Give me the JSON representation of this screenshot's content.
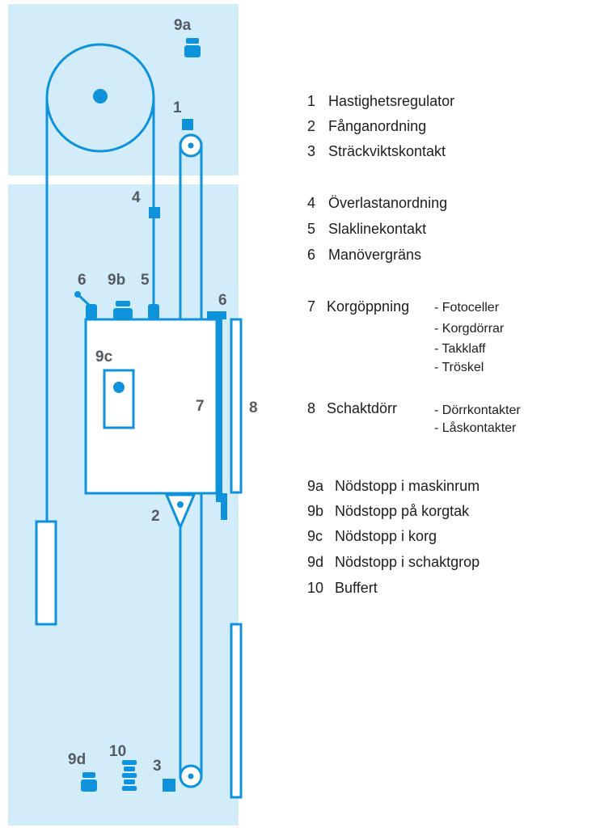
{
  "colors": {
    "shaft": "#d3ecfa",
    "blue": "#0f92dc",
    "label_gray": "#555b61",
    "text": "#1d1d1b"
  },
  "diagram_labels": {
    "l9a": "9a",
    "l1": "1",
    "l4": "4",
    "l6a": "6",
    "l9b": "9b",
    "l5": "5",
    "l6b": "6",
    "l9c": "9c",
    "l7": "7",
    "l8": "8",
    "l2": "2",
    "l9d": "9d",
    "l10": "10",
    "l3": "3"
  },
  "legend": {
    "i1": {
      "num": "1",
      "text": "Hastighetsregulator"
    },
    "i2": {
      "num": "2",
      "text": "Fånganordning"
    },
    "i3": {
      "num": "3",
      "text": "Sträckviktskontakt"
    },
    "i4": {
      "num": "4",
      "text": "Överlastanordning"
    },
    "i5": {
      "num": "5",
      "text": "Slaklinekontakt"
    },
    "i6": {
      "num": "6",
      "text": "Manövergräns"
    },
    "i7": {
      "num": "7",
      "text": "Korgöppning",
      "subs": [
        "- Fotoceller",
        "- Korgdörrar",
        "- Takklaff",
        "- Tröskel"
      ]
    },
    "i8": {
      "num": "8",
      "text": "Schaktdörr",
      "subs": [
        "- Dörrkontakter",
        "- Låskontakter"
      ]
    },
    "i9a": {
      "num": "9a",
      "text": "Nödstopp i maskinrum"
    },
    "i9b": {
      "num": "9b",
      "text": "Nödstopp på korgtak"
    },
    "i9c": {
      "num": "9c",
      "text": "Nödstopp i korg"
    },
    "i9d": {
      "num": "9d",
      "text": "Nödstopp i schaktgrop"
    },
    "i10": {
      "num": "10",
      "text": "Buffert"
    }
  }
}
